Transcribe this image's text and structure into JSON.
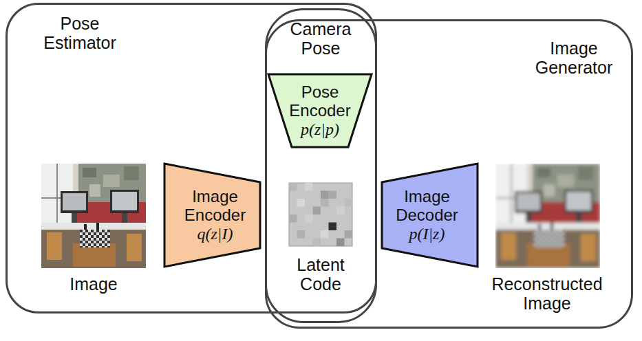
{
  "diagram": {
    "nodes": [
      {
        "text": [
          "Pose Estimator"
        ]
      },
      {
        "text": [
          "Camera Pose"
        ]
      },
      {
        "text": [
          "Pose Encoder",
          "p(z|p)"
        ],
        "in": 1
      },
      {
        "text": [
          "Image Generator"
        ]
      },
      {
        "text": [
          "Image Encoder",
          "q(z|I)"
        ],
        "in": 0
      },
      {
        "text": [
          "Image Decoder",
          "p(I|z)"
        ],
        "in": 3
      }
    ],
    "labels": [
      "Image",
      "Latent Code",
      "Reconstructed Image"
    ]
  }
}
